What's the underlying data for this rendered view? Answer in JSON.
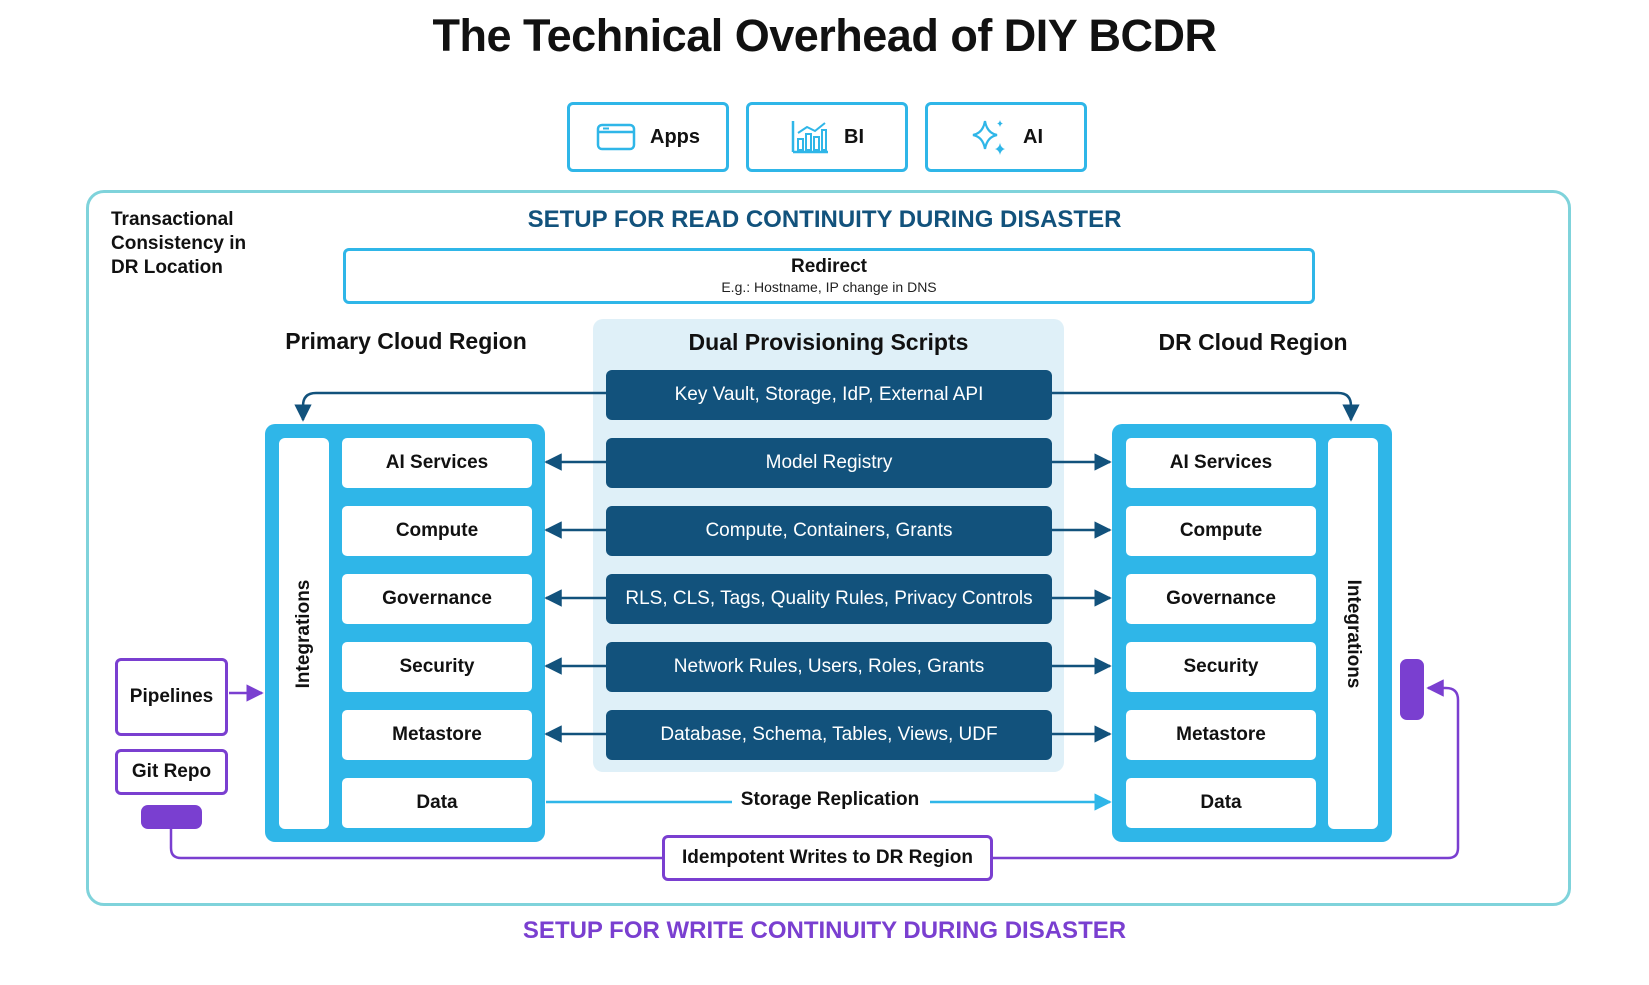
{
  "title": "The Technical Overhead of DIY BCDR",
  "consumers": [
    {
      "label": "Apps",
      "icon": "browser-window-icon"
    },
    {
      "label": "BI",
      "icon": "bar-chart-icon"
    },
    {
      "label": "AI",
      "icon": "sparkle-icon"
    }
  ],
  "side_note": [
    "Transactional",
    "Consistency in",
    "DR Location"
  ],
  "read_heading": "SETUP FOR READ CONTINUITY DURING DISASTER",
  "write_heading": "SETUP FOR WRITE CONTINUITY DURING DISASTER",
  "redirect": {
    "title": "Redirect",
    "subtitle": "E.g.: Hostname, IP change in DNS"
  },
  "primary_region": {
    "title": "Primary Cloud Region",
    "integrations": "Integrations",
    "components": [
      "AI Services",
      "Compute",
      "Governance",
      "Security",
      "Metastore",
      "Data"
    ]
  },
  "dr_region": {
    "title": "DR Cloud Region",
    "integrations": "Integrations",
    "components": [
      "AI Services",
      "Compute",
      "Governance",
      "Security",
      "Metastore",
      "Data"
    ]
  },
  "dual_provisioning": {
    "title": "Dual Provisioning Scripts",
    "scripts": [
      "Key Vault, Storage, IdP, External API",
      "Model Registry",
      "Compute, Containers, Grants",
      "RLS, CLS, Tags, Quality Rules, Privacy Controls",
      "Network Rules, Users, Roles, Grants",
      "Database, Schema, Tables, Views, UDF"
    ]
  },
  "storage_replication": "Storage Replication",
  "pipelines": "Pipelines",
  "git_repo": "Git Repo",
  "idempotent_writes": "Idempotent Writes to DR Region",
  "colors": {
    "accent_blue": "#2fb6e8",
    "dark_blue": "#12527c",
    "purple": "#7a3fd0",
    "outer_border": "#7fd3db",
    "dual_bg": "#dff0f8"
  }
}
